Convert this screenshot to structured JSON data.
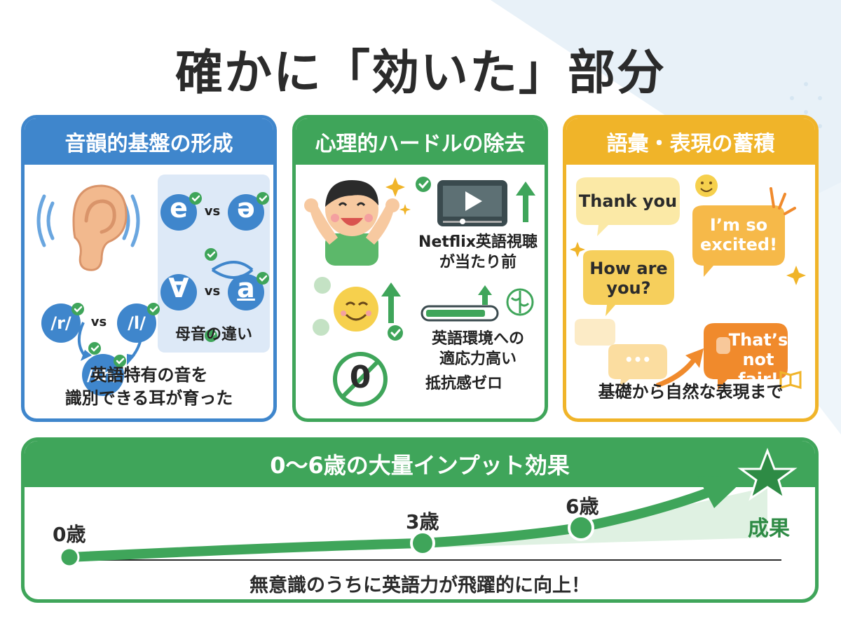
{
  "title": "確かに「効いた」部分",
  "cards": [
    {
      "heading": "音韻的基盤の形成",
      "symbols": {
        "e": "e",
        "schwa": "ə",
        "v1": "∀",
        "a": "a",
        "r": "/r/",
        "l": "/l/",
        "th": "/th/",
        "vs": "vs"
      },
      "vowel_label": "母音の違い",
      "caption_lines": [
        "英語特有の音を",
        "識別できる耳が育った"
      ]
    },
    {
      "heading": "心理的ハードルの除去",
      "items": [
        {
          "lines": [
            "Netflix英語視聴",
            "が当たり前"
          ]
        },
        {
          "lines": [
            "英語環境への",
            "適応力高い"
          ]
        },
        {
          "lines": [
            "抵抗感ゼロ"
          ]
        }
      ],
      "zero": "0"
    },
    {
      "heading": "語彙・表現の蓄積",
      "bubbles": {
        "thank_you": "Thank you",
        "excited_lines": [
          "I’m so",
          "excited!"
        ],
        "how_lines": [
          "How are",
          "you?"
        ],
        "fair_lines": [
          "That’s",
          "not fair!"
        ],
        "dots": "•••"
      },
      "caption": "基礎から自然な表現まで"
    }
  ],
  "timeline": {
    "heading": "0〜6歳の大量インプット効果",
    "milestones": [
      "0歳",
      "3歳",
      "6歳"
    ],
    "goal": "成果",
    "bottom": "無意識のうちに英語力が飛躍的に向上！"
  },
  "colors": {
    "blue": "#3f86cc",
    "green": "#3fa55a",
    "yellow": "#f0b429",
    "orange": "#f08a2c"
  }
}
